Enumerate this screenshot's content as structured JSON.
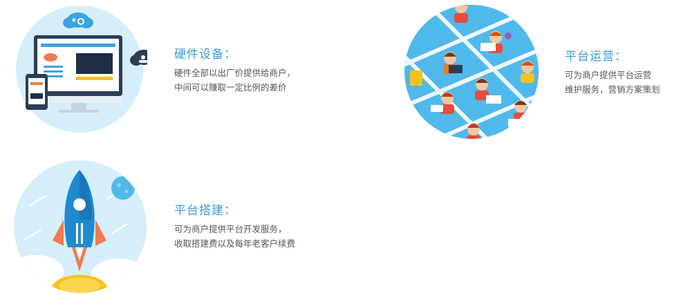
{
  "features": [
    {
      "title": "硬件设备：",
      "lines": [
        "硬件全部以出厂价提供给商户，",
        "中间可以赚取一定比例的差价"
      ]
    },
    {
      "title": "平台运营：",
      "lines": [
        "可为商户提供平台运营",
        "维护服务，营销方案策划"
      ]
    },
    {
      "title": "平台搭建：",
      "lines": [
        "可为商户提供平台开发服务，",
        "收取搭建费以及每年老客户续费"
      ]
    }
  ],
  "colors": {
    "title": "#3a9ad9",
    "text": "#555555",
    "circle_bg": "#d6eef9",
    "accent_blue": "#1f8ad0",
    "accent_orange": "#ef7b4c",
    "accent_yellow": "#f6c21a"
  },
  "icons": [
    "monitor-illustration",
    "office-team-illustration",
    "rocket-illustration"
  ]
}
